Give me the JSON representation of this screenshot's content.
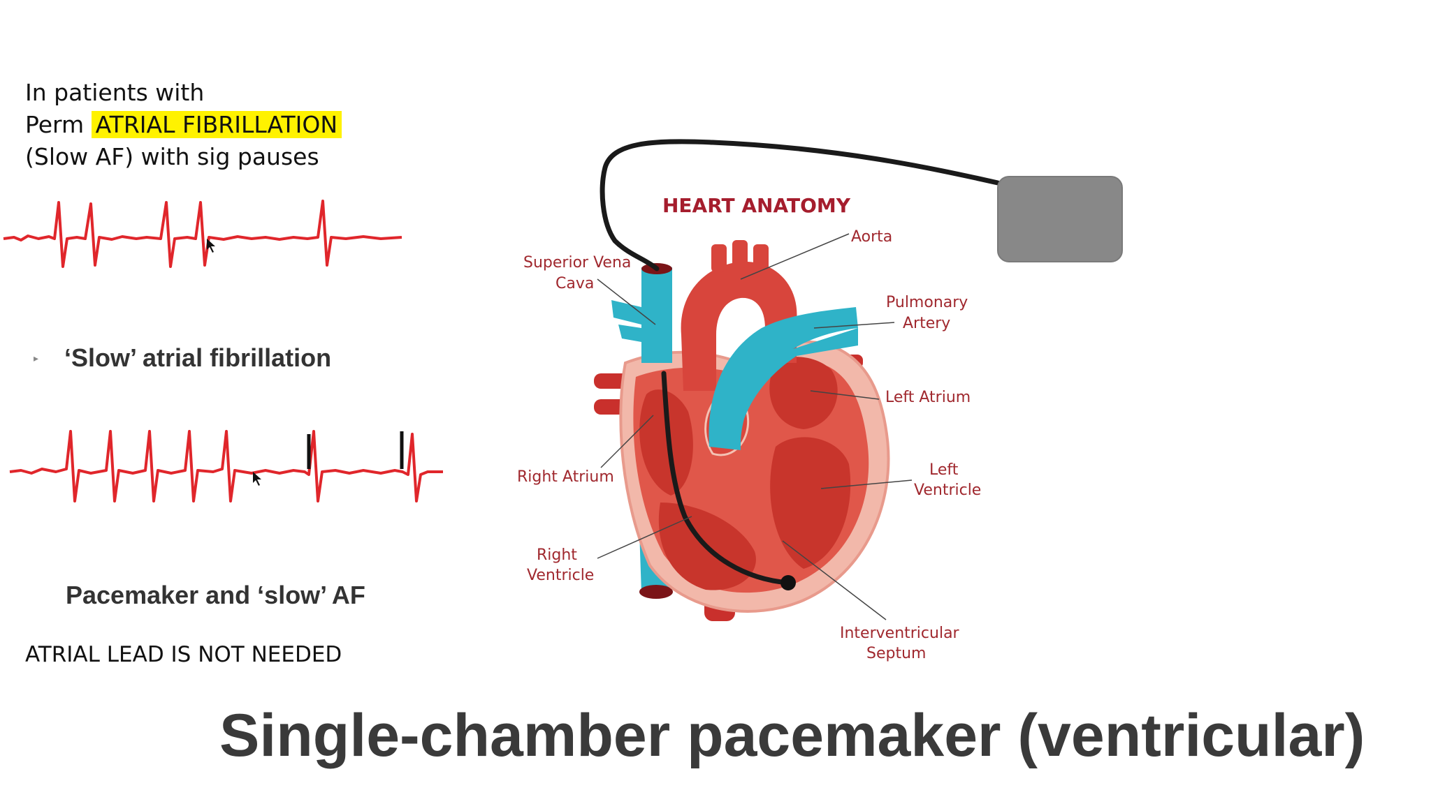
{
  "intro": {
    "line1": "In patients with",
    "line2_prefix": "Perm ",
    "line2_highlight": "ATRIAL FIBRILLATION",
    "line3": "(Slow AF) with sig pauses"
  },
  "captions": {
    "slow_af": "‘Slow’ atrial fibrillation",
    "paced_af": "Pacemaker and ‘slow’ AF"
  },
  "lead_note": "ATRIAL LEAD IS NOT NEEDED",
  "title": "Single-chamber pacemaker (ventricular)",
  "heart": {
    "heading": "HEART ANATOMY",
    "labels": {
      "aorta": "Aorta",
      "svc_1": "Superior Vena",
      "svc_2": "Cava",
      "pa_1": "Pulmonary",
      "pa_2": "Artery",
      "la": "Left Atrium",
      "ra": "Right Atrium",
      "lv_1": "Left",
      "lv_2": "Ventricle",
      "rv_1": "Right",
      "rv_2": "Ventricle",
      "ivs_1": "Interventricular",
      "ivs_2": "Septum"
    }
  },
  "colors": {
    "ecg": "#e0262b",
    "highlight": "#fff200",
    "pacemaker": "#888888",
    "vessel_blue": "#2fb3c8",
    "heart_red": "#d8453c"
  }
}
